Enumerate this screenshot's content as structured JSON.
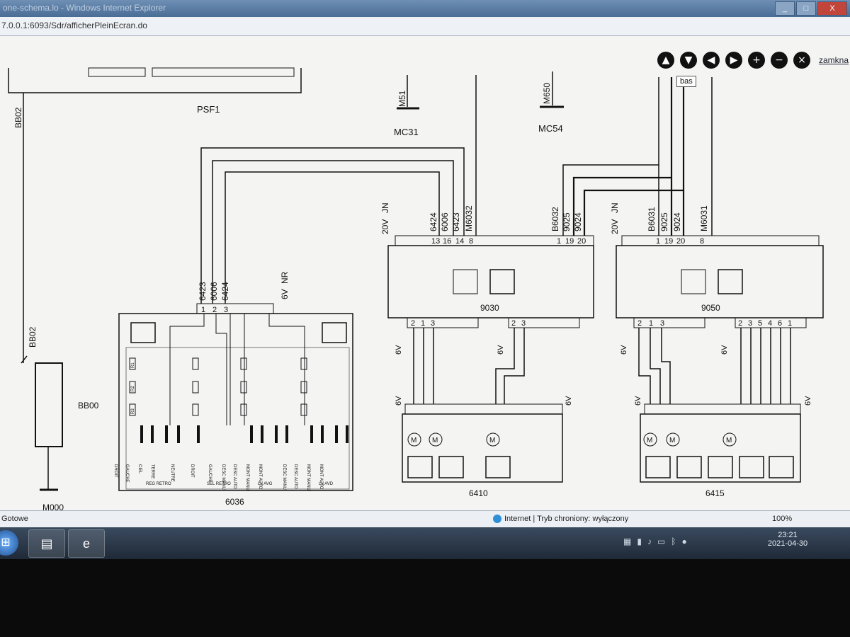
{
  "window": {
    "title": "one-schema.lo - Windows Internet Explorer",
    "url": "7.0.0.1:6093/Sdr/afficherPleinEcran.do",
    "min": "_",
    "max": "□",
    "close": "X"
  },
  "toolbar": {
    "up_icon": "up-arrow-icon",
    "down_icon": "down-arrow-icon",
    "left_icon": "left-arrow-icon",
    "right_icon": "right-arrow-icon",
    "zoomin_icon": "plus-icon",
    "zoomout_icon": "minus-icon",
    "close_icon": "x-icon",
    "close_label": "zamkna",
    "tooltip": "bas"
  },
  "diagram": {
    "psf1": "PSF1",
    "bb02_top": "BB02",
    "bb02_bottom": "BB02",
    "bb00": "BB00",
    "m000": "M000",
    "m51": "M51",
    "mc31": "MC31",
    "m650": "M650",
    "mc54": "MC54",
    "wires_6036": [
      "6423",
      "6006",
      "6424"
    ],
    "pins_6036": [
      "1",
      "2",
      "3"
    ],
    "v6036": "6V",
    "c6036": "NR",
    "label_6036": "6036",
    "switch_labels": [
      "DROIT",
      "GAUCHE",
      "CIEL",
      "TERRE",
      "NEUTRE",
      "DROIT",
      "GAUCHE",
      "DESC MANU",
      "DESC AUTO",
      "MONT MANU",
      "MONT AUTO",
      "DESC MANU",
      "DESC AUTO",
      "MONT MANU",
      "MONT AUTO"
    ],
    "group_labels": [
      "REG RETRO",
      "SEL RETRO",
      "LV AVG",
      "LV AVD"
    ],
    "resistors": [
      "R1",
      "R2",
      "R3"
    ],
    "ecu1_v": "20V",
    "ecu1_c": "JN",
    "ecu1_wires": [
      "6424",
      "6006",
      "6423",
      "M6032"
    ],
    "ecu1_pins": [
      "13",
      "16",
      "14",
      "8"
    ],
    "ecu1_wires_b": [
      "B6032",
      "9025",
      "9024"
    ],
    "ecu1_pins_b": [
      "1",
      "19",
      "20"
    ],
    "label_9030": "9030",
    "ecu1_out_a": [
      "2",
      "1",
      "3"
    ],
    "ecu1_out_b": [
      "2",
      "3"
    ],
    "ecu2_v": "20V",
    "ecu2_c": "JN",
    "ecu2_wires": [
      "B6031",
      "9025",
      "9024",
      "M6031"
    ],
    "ecu2_pins": [
      "1",
      "19",
      "20",
      "8"
    ],
    "label_9050": "9050",
    "ecu2_out_a": [
      "2",
      "1",
      "3"
    ],
    "ecu2_out_b": [
      "2",
      "3",
      "5",
      "4",
      "6",
      "1"
    ],
    "v6": "6V",
    "label_6410": "6410",
    "label_6415": "6415",
    "motor": "M"
  },
  "status": {
    "ready": "Gotowe",
    "zone": "Internet | Tryb chroniony: wyłączony",
    "zoom": "100%"
  },
  "taskbar": {
    "start": "⊞",
    "time": "23:21",
    "date": "2021-04-30"
  }
}
